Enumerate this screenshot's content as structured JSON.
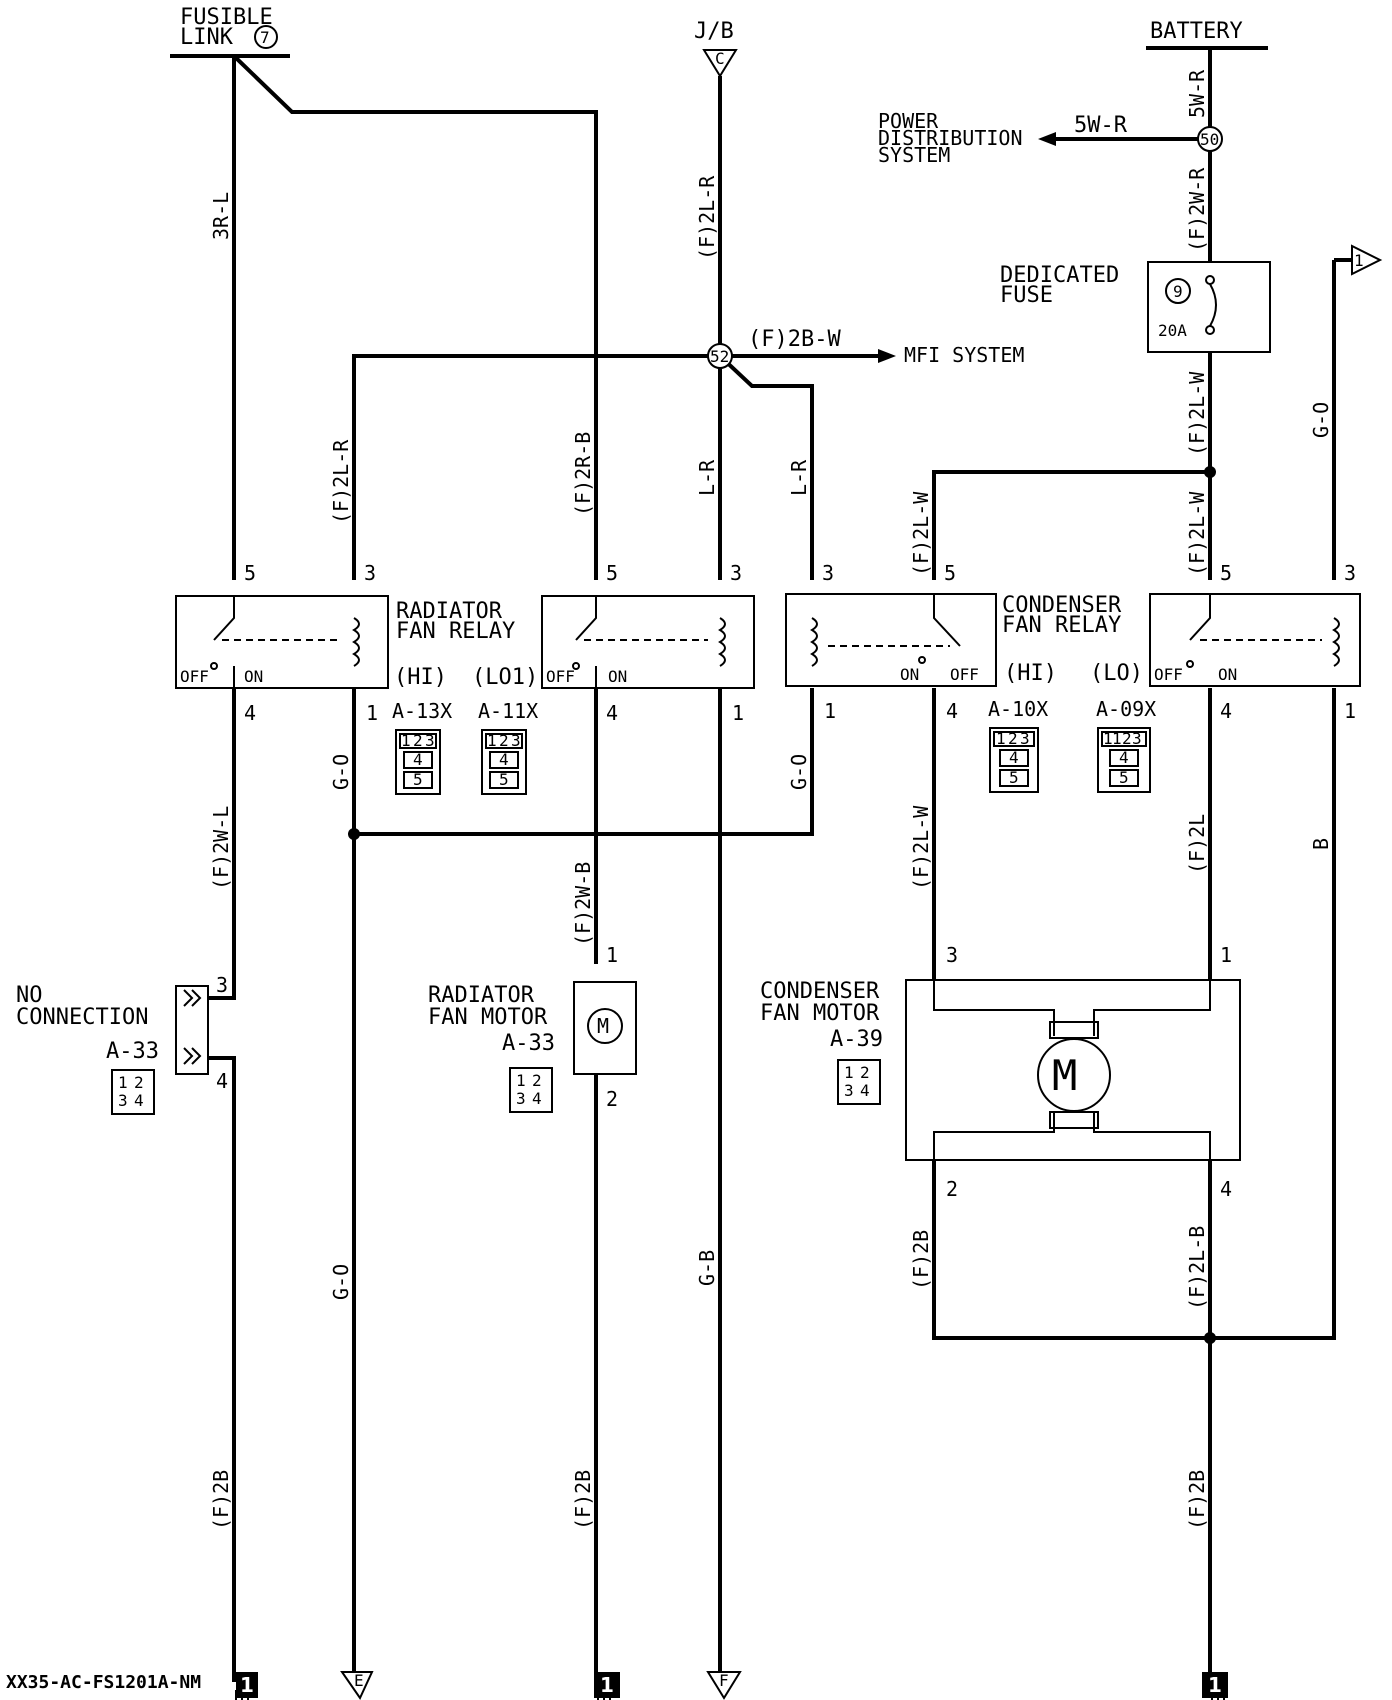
{
  "sources": {
    "fusible_link": [
      "FUSIBLE",
      "LINK"
    ],
    "fusible_link_no": "7",
    "jb": "J/B",
    "jb_conn": "C",
    "battery": "BATTERY"
  },
  "wires": {
    "w_3rl": "3R-L",
    "w_f2lr_top": "(F)2L-R",
    "w_5wr_v": "5W-R",
    "w_5wr_h": "5W-R",
    "w_f2wr": "(F)2W-R",
    "w_f2bw": "(F)2B-W",
    "w_f2lr_mid": "(F)2L-R",
    "w_f2rb": "(F)2R-B",
    "w_lr1": "L-R",
    "w_lr2": "L-R",
    "w_f2lw_a": "(F)2L-W",
    "w_f2lw_b": "(F)2L-W",
    "w_f2lw_c": "(F)2L-W",
    "w_go_top": "G-O",
    "w_f2wl": "(F)2W-L",
    "w_go1": "G-O",
    "w_go2": "G-O",
    "w_f2wb": "(F)2W-B",
    "w_f2lw_d": "(F)2L-W",
    "w_f2l": "(F)2L",
    "w_b": "B",
    "w_go_low": "G-O",
    "w_gb": "G-B",
    "w_f2b_cm": "(F)2B",
    "w_f2lb": "(F)2L-B",
    "w_f2b_1": "(F)2B",
    "w_f2b_2": "(F)2B",
    "w_f2b_3": "(F)2B"
  },
  "labels": {
    "pds": [
      "POWER",
      "DISTRIBUTION",
      "SYSTEM"
    ],
    "node_50": "50",
    "node_52": "52",
    "mfi": "MFI SYSTEM",
    "dedicated_fuse": [
      "DEDICATED",
      "FUSE"
    ],
    "fuse_no": "9",
    "fuse_amp": "20A",
    "conn_1": "1",
    "rad_relay": [
      "RADIATOR",
      "FAN RELAY"
    ],
    "cond_relay": [
      "CONDENSER",
      "FAN RELAY"
    ],
    "hi1": "(HI)",
    "lo1": "(LO1)",
    "hi2": "(HI)",
    "lo2": "(LO)",
    "a13x": "A-13X",
    "a11x": "A-11X",
    "a10x": "A-10X",
    "a09x": "A-09X",
    "off": "OFF",
    "on": "ON",
    "no_conn": [
      "NO",
      "CONNECTION"
    ],
    "a33a": "A-33",
    "rad_motor": [
      "RADIATOR",
      "FAN MOTOR"
    ],
    "a33b": "A-33",
    "cond_motor": [
      "CONDENSER",
      "FAN MOTOR"
    ],
    "a39": "A-39",
    "motor_m": "M",
    "gnd_e": "E",
    "gnd_f": "F",
    "footer_code": "XX35-AC-FS1201A-NM",
    "ground_tag": "1"
  },
  "pins": {
    "p5": "5",
    "p3": "3",
    "p4": "4",
    "p1": "1",
    "p2": "2"
  },
  "connector_cells": {
    "c123": [
      "1",
      "2",
      "3"
    ],
    "c1123": [
      "1",
      "1",
      "2",
      "3"
    ],
    "c4": "4",
    "c5": "5",
    "quad": [
      "1",
      "2",
      "3",
      "4"
    ]
  }
}
